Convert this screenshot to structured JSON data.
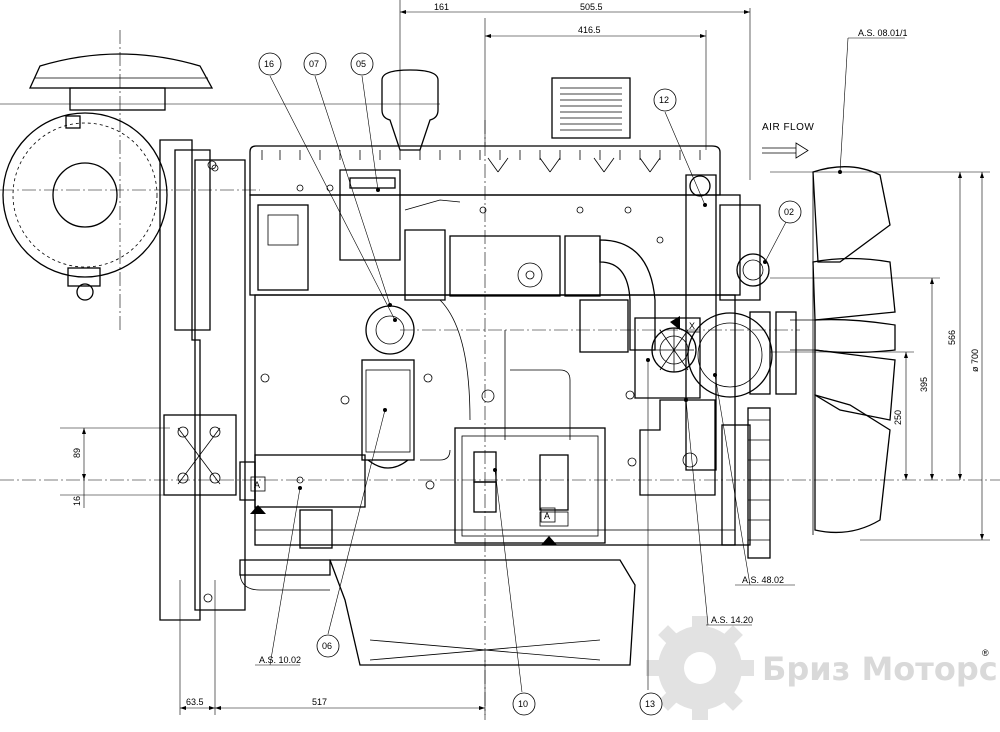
{
  "dimensions": {
    "top_161": "161",
    "top_505_5": "505.5",
    "top_416_5": "416.5",
    "right_566": "566",
    "right_700": "ø 700",
    "right_395": "395",
    "right_250": "250",
    "left_89": "89",
    "left_16": "16",
    "bottom_63_5": "63.5",
    "bottom_517": "517"
  },
  "callouts": {
    "c16": "16",
    "c07": "07",
    "c05": "05",
    "c12": "12",
    "c02": "02",
    "c06": "06",
    "c10": "10",
    "c13": "13"
  },
  "labels": {
    "as_fan": "A.S. 08.01/1",
    "as_48": "A.S. 48.02",
    "as_14": "A.S. 14.20",
    "as_10": "A.S. 10.02",
    "airflow": "AIR FLOW",
    "marker_a1": "A",
    "marker_a2": "A",
    "marker_x": "X"
  },
  "watermark": {
    "text": "Бриз Моторс",
    "reg": "®"
  },
  "colors": {
    "line": "#000000",
    "watermark": "#d9d9d9",
    "background": "#ffffff"
  }
}
